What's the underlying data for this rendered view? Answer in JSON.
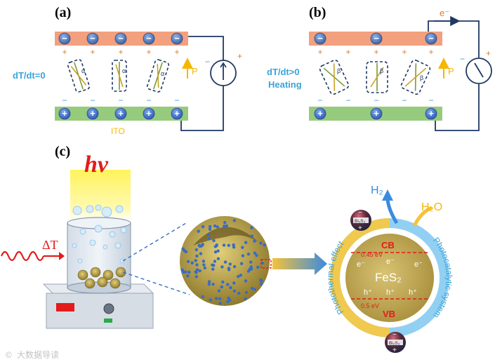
{
  "panel_a": {
    "label": "(a)",
    "rate_label": "dT/dt=0",
    "polarization_label": "P",
    "electrode_label": "ITO",
    "angle_symbol": "α",
    "minus": "−",
    "plus": "+",
    "meter_minus": "−",
    "meter_plus": "+"
  },
  "panel_b": {
    "label": "(b)",
    "rate_label": "dT/dt>0",
    "heating_label": "Heating",
    "polarization_label": "P",
    "electron_label": "e⁻",
    "angle_symbol": "β",
    "minus": "−",
    "plus": "+",
    "meter_minus": "−",
    "meter_plus": "+"
  },
  "panel_c": {
    "label": "(c)",
    "light_label": "hν",
    "heat_label": "ΔT",
    "product_h2": "H₂",
    "reactant_h2o": "H₂O",
    "core_material": "FeS₂",
    "cb_label": "CB",
    "vb_label": "VB",
    "cb_energy": "0.45 eV",
    "vb_energy": "0.5 eV",
    "electron": "e⁻",
    "hole": "h⁺",
    "shell_left": "Photothermal effect",
    "shell_right": "Photocatalytic system",
    "particle_label": "Bi₂S₃",
    "particle_plus": "+",
    "particle_minus": "−"
  },
  "watermark": "大数据导读",
  "colors": {
    "top_electrode": "#f2a07e",
    "bottom_electrode": "#96cb7e",
    "negative_charge": "#4a73b8",
    "positive_charge": "#3a6cc4",
    "wire": "#1f3864",
    "cyan_text": "#3aa3d9",
    "orange": "#e07a2c",
    "gold_p": "#f5b800",
    "red": "#e31b1b",
    "fes2": "#c9b25a",
    "shell_blue": "#7ec8f0"
  }
}
